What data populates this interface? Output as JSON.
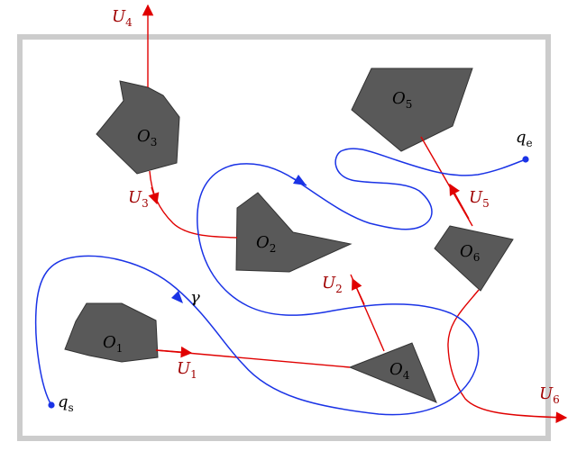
{
  "diagram": {
    "obstacles": [
      {
        "id": "O1",
        "letter": "O",
        "index": "1"
      },
      {
        "id": "O2",
        "letter": "O",
        "index": "2"
      },
      {
        "id": "O3",
        "letter": "O",
        "index": "3"
      },
      {
        "id": "O4",
        "letter": "O",
        "index": "4"
      },
      {
        "id": "O5",
        "letter": "O",
        "index": "5"
      },
      {
        "id": "O6",
        "letter": "O",
        "index": "6"
      }
    ],
    "rays": [
      {
        "id": "U1",
        "letter": "U",
        "index": "1"
      },
      {
        "id": "U2",
        "letter": "U",
        "index": "2"
      },
      {
        "id": "U3",
        "letter": "U",
        "index": "3"
      },
      {
        "id": "U4",
        "letter": "U",
        "index": "4"
      },
      {
        "id": "U5",
        "letter": "U",
        "index": "5"
      },
      {
        "id": "U6",
        "letter": "U",
        "index": "6"
      }
    ],
    "path_label": "γ",
    "start": {
      "letter": "q",
      "index": "s"
    },
    "end": {
      "letter": "q",
      "index": "e"
    },
    "colors": {
      "obstacle_fill": "#595959",
      "obstacle_stroke": "#333333",
      "ray": "#e00000",
      "ray_label": "#a00000",
      "path": "#1a33e6",
      "border": "#cccccc"
    }
  }
}
